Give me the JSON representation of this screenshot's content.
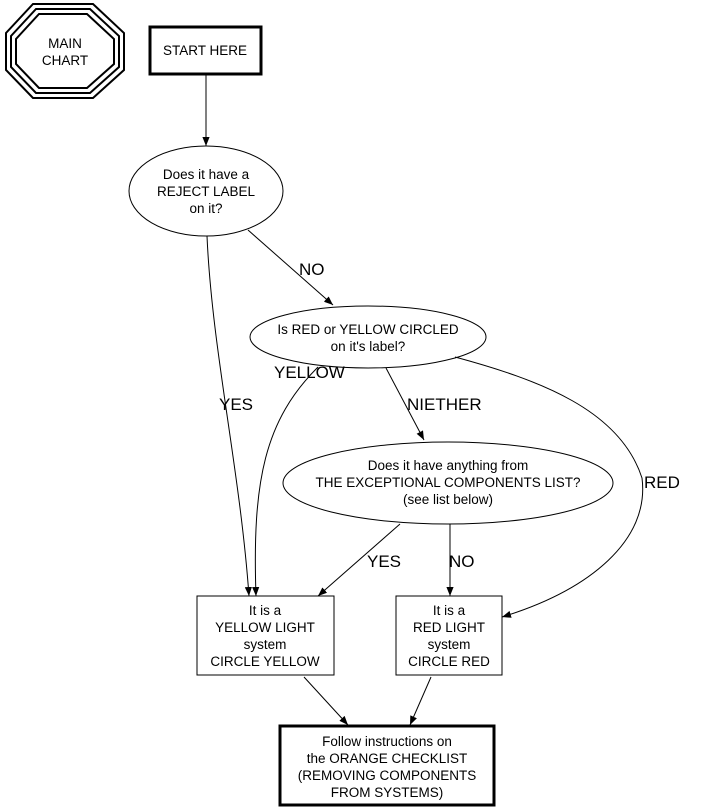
{
  "diagram": {
    "type": "flowchart",
    "nodes": {
      "main_chart": {
        "shape": "octagon-triple",
        "lines": [
          "MAIN",
          "CHART"
        ]
      },
      "start": {
        "shape": "box-bold",
        "lines": [
          "START HERE"
        ]
      },
      "reject_label": {
        "shape": "ellipse",
        "lines": [
          "Does it have a",
          "REJECT LABEL",
          "on it?"
        ]
      },
      "circled": {
        "shape": "ellipse",
        "lines": [
          "Is RED or YELLOW CIRCLED",
          "on it's label?"
        ]
      },
      "exceptional": {
        "shape": "ellipse",
        "lines": [
          "Does it have anything from",
          "THE EXCEPTIONAL COMPONENTS LIST?",
          "(see list below)"
        ]
      },
      "yellow_light": {
        "shape": "box",
        "lines": [
          "It is a",
          "YELLOW LIGHT",
          "system",
          "CIRCLE YELLOW"
        ]
      },
      "red_light": {
        "shape": "box",
        "lines": [
          "It is a",
          "RED LIGHT",
          "system",
          "CIRCLE RED"
        ]
      },
      "orange_checklist": {
        "shape": "box-bold",
        "lines": [
          "Follow instructions on",
          "the ORANGE CHECKLIST",
          "(REMOVING COMPONENTS",
          "FROM SYSTEMS)"
        ]
      }
    },
    "edges": [
      {
        "from": "start",
        "to": "reject_label",
        "label": ""
      },
      {
        "from": "reject_label",
        "to": "circled",
        "label": "NO"
      },
      {
        "from": "reject_label",
        "to": "yellow_light",
        "label": "YES"
      },
      {
        "from": "circled",
        "to": "yellow_light",
        "label": "YELLOW"
      },
      {
        "from": "circled",
        "to": "exceptional",
        "label": "NIETHER"
      },
      {
        "from": "circled",
        "to": "red_light",
        "label": "RED"
      },
      {
        "from": "exceptional",
        "to": "yellow_light",
        "label": "YES"
      },
      {
        "from": "exceptional",
        "to": "red_light",
        "label": "NO"
      },
      {
        "from": "yellow_light",
        "to": "orange_checklist",
        "label": ""
      },
      {
        "from": "red_light",
        "to": "orange_checklist",
        "label": ""
      }
    ]
  }
}
